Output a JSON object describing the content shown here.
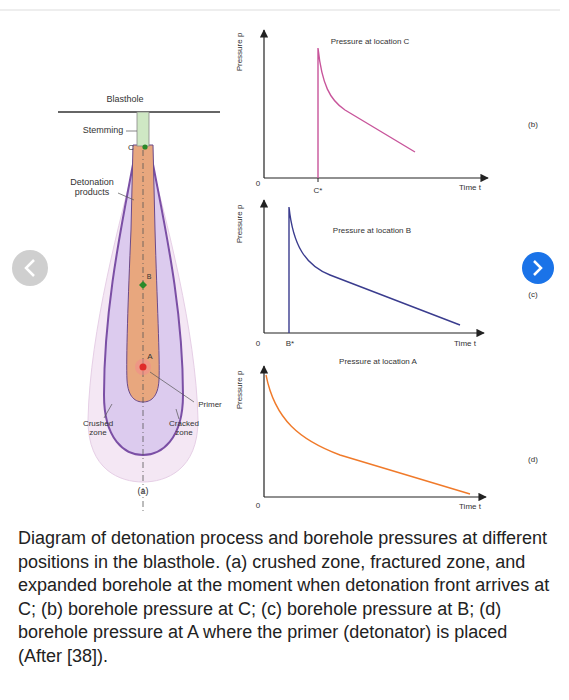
{
  "diagram": {
    "caption": "Diagram of detonation process and borehole pressures at different positions in the blasthole. (a) crushed zone, fractured zone, and expanded borehole at the moment when detonation front arrives at C; (b) borehole pressure at C; (c) borehole pressure at B; (d) borehole pressure at A where the primer (detonator) is placed (After [38]).",
    "labels": [
      "Blasthole",
      "Stemming",
      "C",
      "Detonation products",
      "B",
      "A",
      "Primer",
      "Crushed zone",
      "Cracked zone",
      "(a)",
      "Pressure p",
      "Pressure at location C",
      "0",
      "C*",
      "Time t",
      "(b)",
      "Pressure p",
      "Pressure at location B",
      "0",
      "B*",
      "Time t",
      "(c)",
      "Pressure p",
      "Pressure at location A",
      "0",
      "Time t",
      "(d)"
    ]
  }
}
